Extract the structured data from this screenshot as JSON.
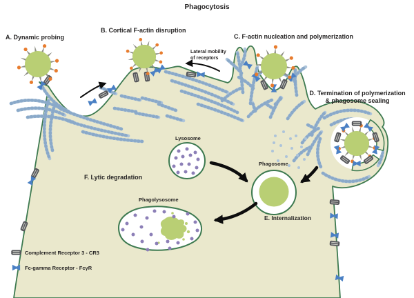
{
  "title": "Phagocytosis",
  "stages": {
    "a": "A. Dynamic probing",
    "b": "B. Cortical F-actin disruption",
    "c": "C. F-actin nucleation and polymerization",
    "d_line1": "D. Termination of polymerization",
    "d_line2": "& phagosome sealing",
    "e": "E. Internalization",
    "f": "F. Lytic degradation"
  },
  "annotations": {
    "lateral_mobility_line1": "Lateral mobility",
    "lateral_mobility_line2": "of receptors"
  },
  "organelles": {
    "lysosome": "Lysosome",
    "phagosome": "Phagosome",
    "phagolysosome": "Phagolysosome"
  },
  "legend": {
    "cr3": "Complement Receptor 3 - CR3",
    "fcgr": "Fc-gamma Receptor - FcγR"
  },
  "colors": {
    "background": "#ffffff",
    "cell_fill": "#eae8cc",
    "membrane": "#3d7a50",
    "particle": "#b9cf74",
    "spikes": "#8f9086",
    "particle_dots": "#e87c2e",
    "actin": "#adc4da",
    "actin_dark": "#8aa9c9",
    "receptor_cr3": "#55565a",
    "receptor_cr3_stripe": "#c4c5bf",
    "receptor_fcgr": "#4a80c4",
    "lysosome_dots": "#8c7fb7",
    "organelle_fill": "#ffffff",
    "arrow": "#0d0d0d",
    "text": "#262424"
  }
}
